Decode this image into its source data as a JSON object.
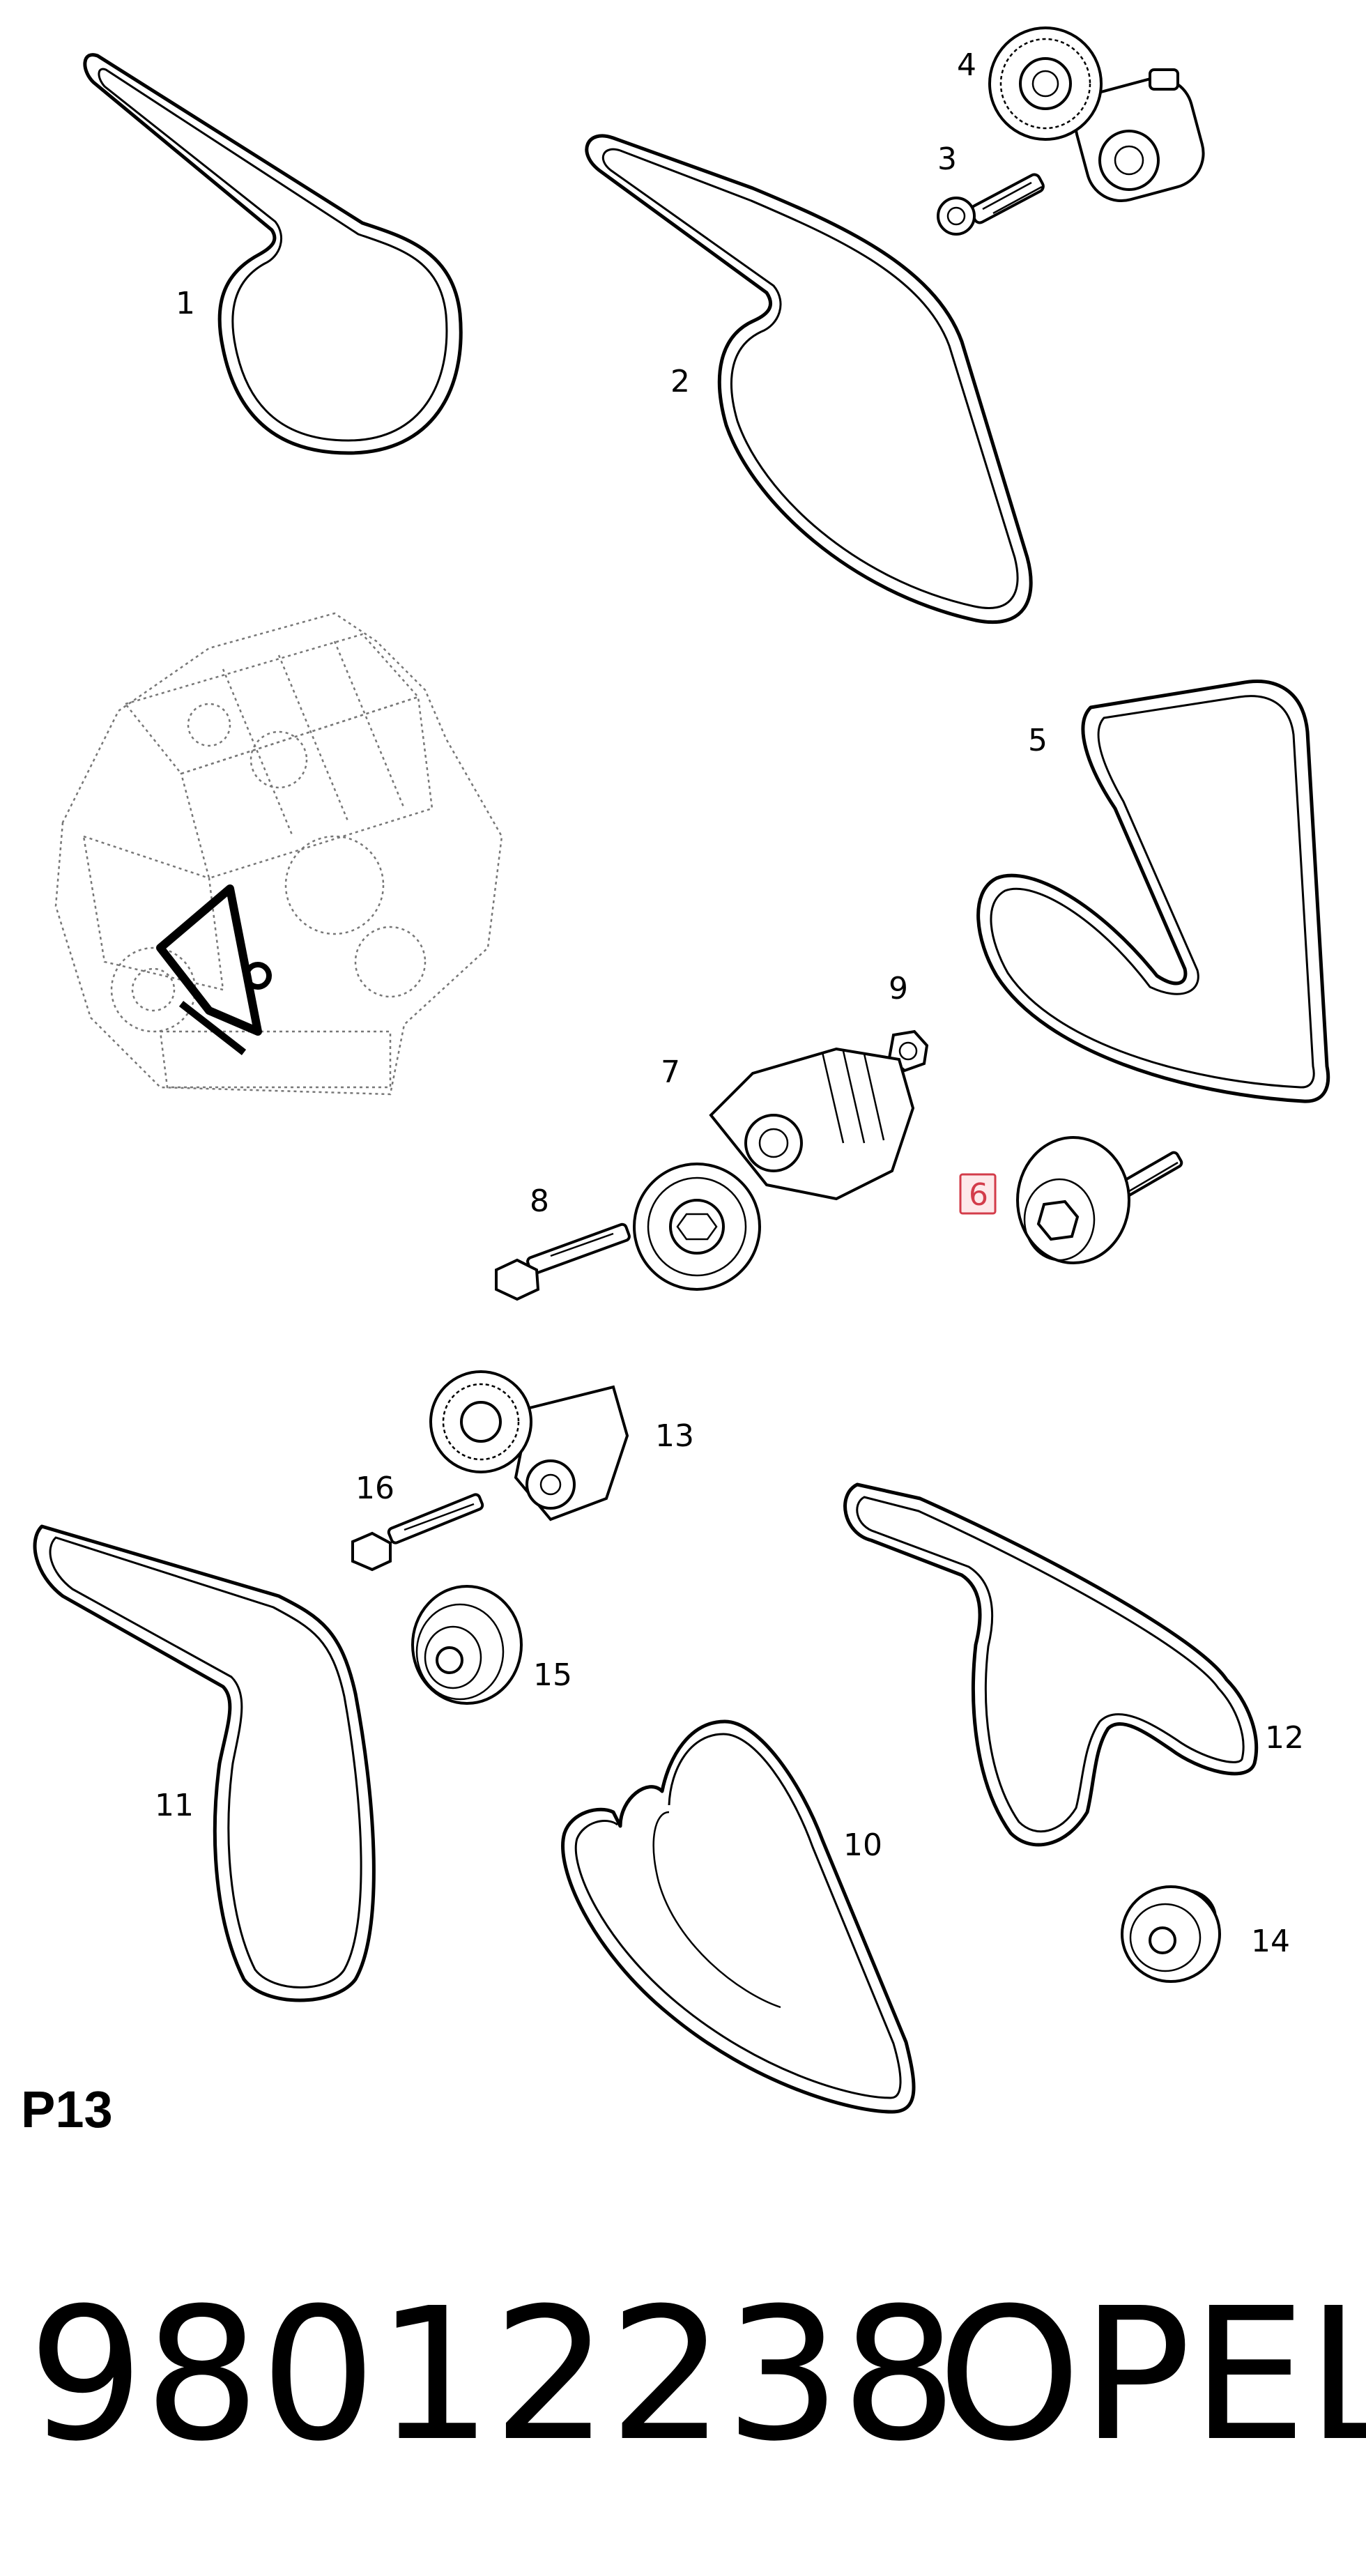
{
  "diagram": {
    "callouts": [
      {
        "id": "1",
        "label": "1"
      },
      {
        "id": "2",
        "label": "2"
      },
      {
        "id": "3",
        "label": "3"
      },
      {
        "id": "4",
        "label": "4"
      },
      {
        "id": "5",
        "label": "5"
      },
      {
        "id": "6",
        "label": "6",
        "highlighted": true
      },
      {
        "id": "7",
        "label": "7"
      },
      {
        "id": "8",
        "label": "8"
      },
      {
        "id": "9",
        "label": "9"
      },
      {
        "id": "10",
        "label": "10"
      },
      {
        "id": "11",
        "label": "11"
      },
      {
        "id": "12",
        "label": "12"
      },
      {
        "id": "13",
        "label": "13"
      },
      {
        "id": "14",
        "label": "14"
      },
      {
        "id": "15",
        "label": "15"
      },
      {
        "id": "16",
        "label": "16"
      }
    ],
    "section_label": "P13",
    "part_number": "98012238",
    "brand": "OPEL",
    "highlight_color": "#d33c4a"
  }
}
